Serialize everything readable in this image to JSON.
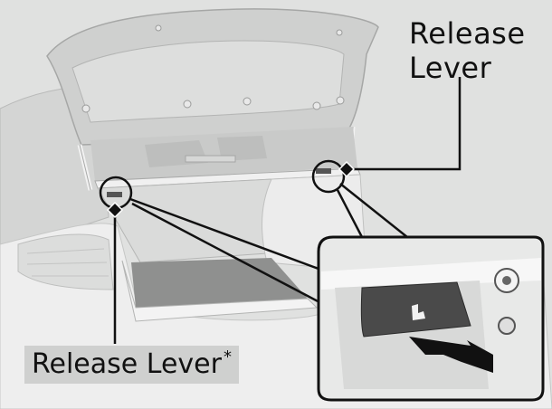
{
  "figure": {
    "subject": "open-trunk-sedan",
    "callouts": [
      {
        "id": "top-right",
        "text_lines": [
          "Release",
          "Lever"
        ]
      },
      {
        "id": "bottom-left",
        "text": "Release Lever",
        "footnote_marker": "*"
      }
    ],
    "inset": {
      "description": "release-lever-closeup",
      "icon": "seat-fold-icon",
      "arrow": "pull-direction-arrow"
    }
  },
  "colors": {
    "background": "#e0e1e0",
    "callout_line": "#111111",
    "label_bg": "#cfd0cf",
    "lever": "#4a4a4a"
  }
}
